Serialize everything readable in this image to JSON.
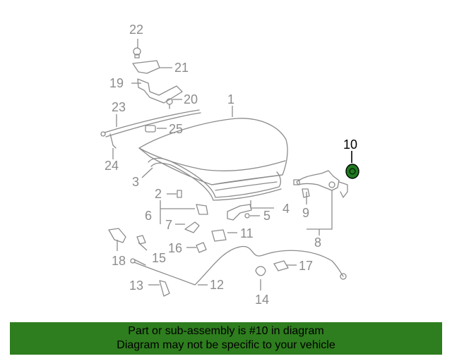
{
  "diagram": {
    "callouts": [
      {
        "id": "1",
        "label": "1"
      },
      {
        "id": "2",
        "label": "2"
      },
      {
        "id": "3",
        "label": "3"
      },
      {
        "id": "4",
        "label": "4"
      },
      {
        "id": "5",
        "label": "5"
      },
      {
        "id": "6",
        "label": "6"
      },
      {
        "id": "7",
        "label": "7"
      },
      {
        "id": "8",
        "label": "8"
      },
      {
        "id": "9",
        "label": "9"
      },
      {
        "id": "10",
        "label": "10",
        "highlighted": true
      },
      {
        "id": "11",
        "label": "11"
      },
      {
        "id": "12",
        "label": "12"
      },
      {
        "id": "13",
        "label": "13"
      },
      {
        "id": "14",
        "label": "14"
      },
      {
        "id": "15",
        "label": "15"
      },
      {
        "id": "16",
        "label": "16"
      },
      {
        "id": "17",
        "label": "17"
      },
      {
        "id": "18",
        "label": "18"
      },
      {
        "id": "19",
        "label": "19"
      },
      {
        "id": "20",
        "label": "20"
      },
      {
        "id": "21",
        "label": "21"
      },
      {
        "id": "22",
        "label": "22"
      },
      {
        "id": "23",
        "label": "23"
      },
      {
        "id": "24",
        "label": "24"
      },
      {
        "id": "25",
        "label": "25"
      }
    ],
    "colors": {
      "line_art": "#8c8c8c",
      "highlight_label": "#000000",
      "highlight_part": "#1f7a1f"
    }
  },
  "banner": {
    "line1": "Part or sub-assembly is #10 in diagram",
    "line2": "Diagram may not be specific to your vehicle",
    "background": "#2e7d1e"
  }
}
